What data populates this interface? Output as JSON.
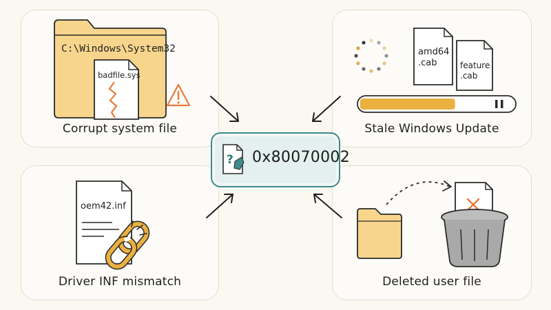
{
  "center": {
    "error_code": "0x80070002"
  },
  "panels": {
    "corrupt": {
      "label": "Corrupt system file",
      "folder_path": "C:\\Windows\\System32",
      "file_name": "badfile.sys"
    },
    "update": {
      "label": "Stale Windows Update",
      "file_a_line1": "amd64",
      "file_a_line2": ".cab",
      "file_b_line1": "feature",
      "file_b_line2": ".cab",
      "progress": 0.62
    },
    "driver": {
      "label": "Driver INF mismatch",
      "file_name": "oem42.inf"
    },
    "deleted": {
      "label": "Deleted user file"
    }
  },
  "colors": {
    "folder": "#f7d58c",
    "accent_orange": "#e87a3c",
    "progress_fill": "#eab040",
    "teal": "#3e8a8c",
    "teal_fill": "#e3f0ee"
  }
}
